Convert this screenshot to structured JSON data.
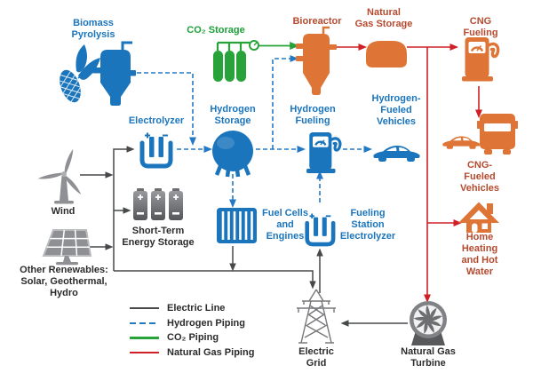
{
  "title": "Hydrogen and natural gas energy pathways diagram",
  "colors": {
    "electric": "#47484A",
    "hydrogen": "#2479C4",
    "co2": "#28A33A",
    "natural_gas": "#CF2027",
    "blue": "#1B75BC",
    "orange": "#DE7435",
    "gray": "#8E9093",
    "orange_text": "#B54A2F",
    "green_text": "#1DA038",
    "dark_text": "#2B2B2B"
  },
  "nodes": {
    "biomass": {
      "label": "Biomass\nPyrolysis"
    },
    "co2_storage": {
      "label": "CO₂ Storage"
    },
    "bioreactor": {
      "label": "Bioreactor"
    },
    "ng_storage": {
      "label": "Natural\nGas Storage"
    },
    "cng_fueling": {
      "label": "CNG Fueling"
    },
    "cng_vehicles": {
      "label": "CNG-Fueled\nVehicles"
    },
    "electrolyzer": {
      "label": "Electrolyzer"
    },
    "h2_storage": {
      "label": "Hydrogen\nStorage"
    },
    "h2_fueling": {
      "label": "Hydrogen\nFueling"
    },
    "h2_vehicles": {
      "label": "Hydrogen-\nFueled\nVehicles"
    },
    "wind": {
      "label": "Wind"
    },
    "renewables": {
      "label": "Other Renewables:\nSolar, Geothermal,\nHydro"
    },
    "short_term_storage": {
      "label": "Short-Term\nEnergy Storage"
    },
    "fuel_cells": {
      "label": "Fuel Cells\nand\nEngines"
    },
    "fueling_station_electrolyzer": {
      "label": "Fueling\nStation\nElectrolyzer"
    },
    "home": {
      "label": "Home Heating\nand Hot Water"
    },
    "electric_grid": {
      "label": "Electric\nGrid"
    },
    "ng_turbine": {
      "label": "Natural Gas\nTurbine"
    }
  },
  "legend": {
    "items": [
      {
        "label": "Electric Line",
        "type": "electric"
      },
      {
        "label": "Hydrogen Piping",
        "type": "hydrogen"
      },
      {
        "label": "CO₂ Piping",
        "type": "co2"
      },
      {
        "label": "Natural Gas Piping",
        "type": "natural_gas"
      }
    ]
  }
}
